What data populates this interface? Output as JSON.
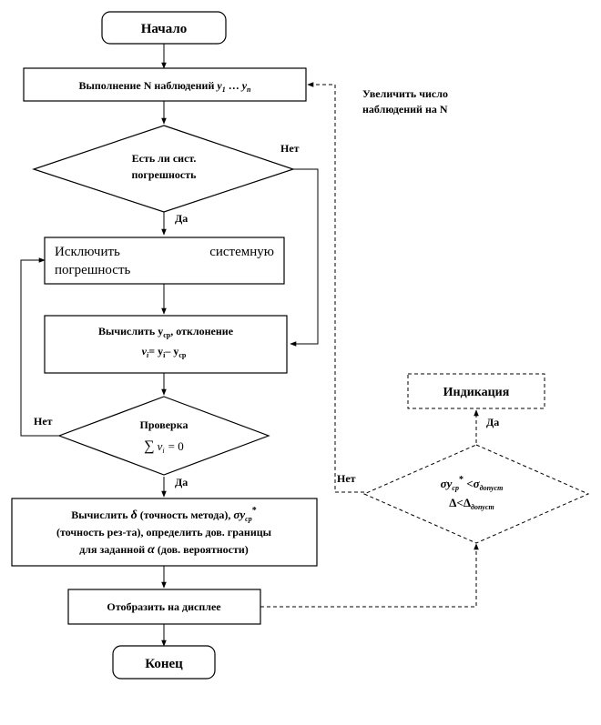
{
  "nodes": {
    "start": "Начало",
    "observe": {
      "prefix": "Выполнение N наблюдений ",
      "y1": "y",
      "sub1": "1",
      "dots": " … ",
      "yn": "y",
      "subn": "n"
    },
    "increase_note": {
      "line1": "Увеличить число",
      "line2": "наблюдений на N"
    },
    "decision_error": {
      "line1": "Есть ли сист.",
      "line2": "погрешность"
    },
    "exclude": {
      "word1": "Исключить",
      "word2": "системную",
      "line2": "погрешность"
    },
    "compute_dev": {
      "line1_a": "Вычислить y",
      "line1_sub": "ср",
      "line1_b": ", отклонение",
      "line2_v": "v",
      "line2_vi": "i",
      "line2_eq": "= y",
      "line2_yi": "i",
      "line2_minus": "– y",
      "line2_ysub": "ср"
    },
    "check": {
      "title": "Проверка",
      "formula_sum": "∑",
      "formula_v": "v",
      "formula_i": "i",
      "formula_rest": "= 0"
    },
    "compute_acc": {
      "line1_a": "Вычислить ",
      "line1_delta": "δ",
      "line1_b": " (точность метода), ",
      "line1_sigma": "σy",
      "line1_sub": "ср",
      "line1_sup": "*",
      "line2": "(точность рез-та), определить дов. границы",
      "line3_a": "для заданной ",
      "line3_alpha": "α",
      "line3_b": " (дов. вероятности)"
    },
    "display": "Отобразить на дисплее",
    "end": "Конец",
    "indication": "Индикация",
    "check_acc": {
      "line1_sigma": "σy",
      "line1_sub": "ср",
      "line1_sup": "*",
      "line1_lt": " <σ",
      "line1_sub2": "допуст",
      "line2_delta": "Δ<Δ",
      "line2_sub": "допуст"
    }
  },
  "labels": {
    "no_error": "Нет",
    "yes_error": "Да",
    "no_check": "Нет",
    "yes_check": "Да",
    "yes_acc": "Да",
    "no_acc": "Нет"
  }
}
